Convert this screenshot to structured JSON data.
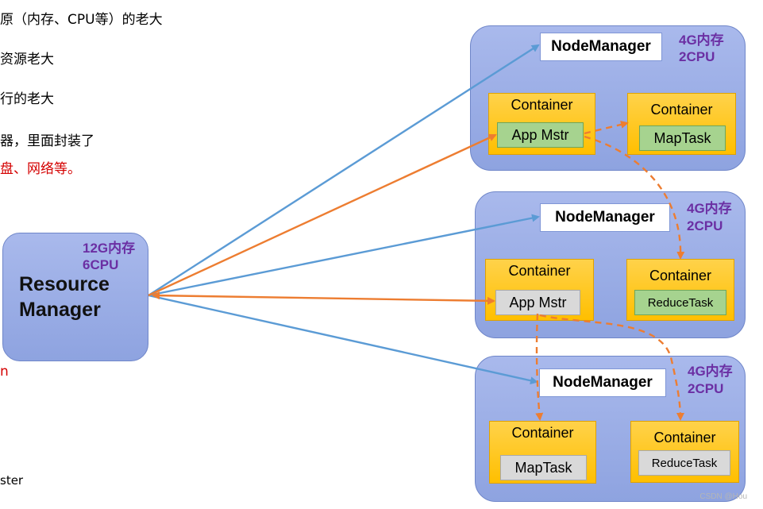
{
  "side_text": [
    "原（内存、CPU等）的老大",
    "资源老大",
    "行的老大",
    "器，里面封装了",
    "盘、网络等。",
    "n",
    "ster"
  ],
  "resource_manager": {
    "title_line1": "Resource",
    "title_line2": "Manager",
    "memory": "12G内存",
    "cpu": "6CPU"
  },
  "node_groups": [
    {
      "node_manager_label": "NodeManager",
      "memory": "4G内存",
      "cpu": "2CPU",
      "containers": [
        {
          "label": "Container",
          "task": "App Mstr",
          "task_style": "green"
        },
        {
          "label": "Container",
          "task": "MapTask",
          "task_style": "green"
        }
      ]
    },
    {
      "node_manager_label": "NodeManager",
      "memory": "4G内存",
      "cpu": "2CPU",
      "containers": [
        {
          "label": "Container",
          "task": "App Mstr",
          "task_style": "gray"
        },
        {
          "label": "Container",
          "task": "ReduceTask",
          "task_style": "green"
        }
      ]
    },
    {
      "node_manager_label": "NodeManager",
      "memory": "4G内存",
      "cpu": "2CPU",
      "containers": [
        {
          "label": "Container",
          "task": "MapTask",
          "task_style": "gray"
        },
        {
          "label": "Container",
          "task": "ReduceTask",
          "task_style": "gray"
        }
      ]
    }
  ],
  "colors": {
    "node_group_fill": "#9db0e8",
    "container_fill": "#ffc000",
    "heartbeat_arrow": "#5b9bd5",
    "request_arrow": "#ed7d31",
    "resource_label": "#6b2fa3"
  },
  "watermark": "CSDN @Hou"
}
